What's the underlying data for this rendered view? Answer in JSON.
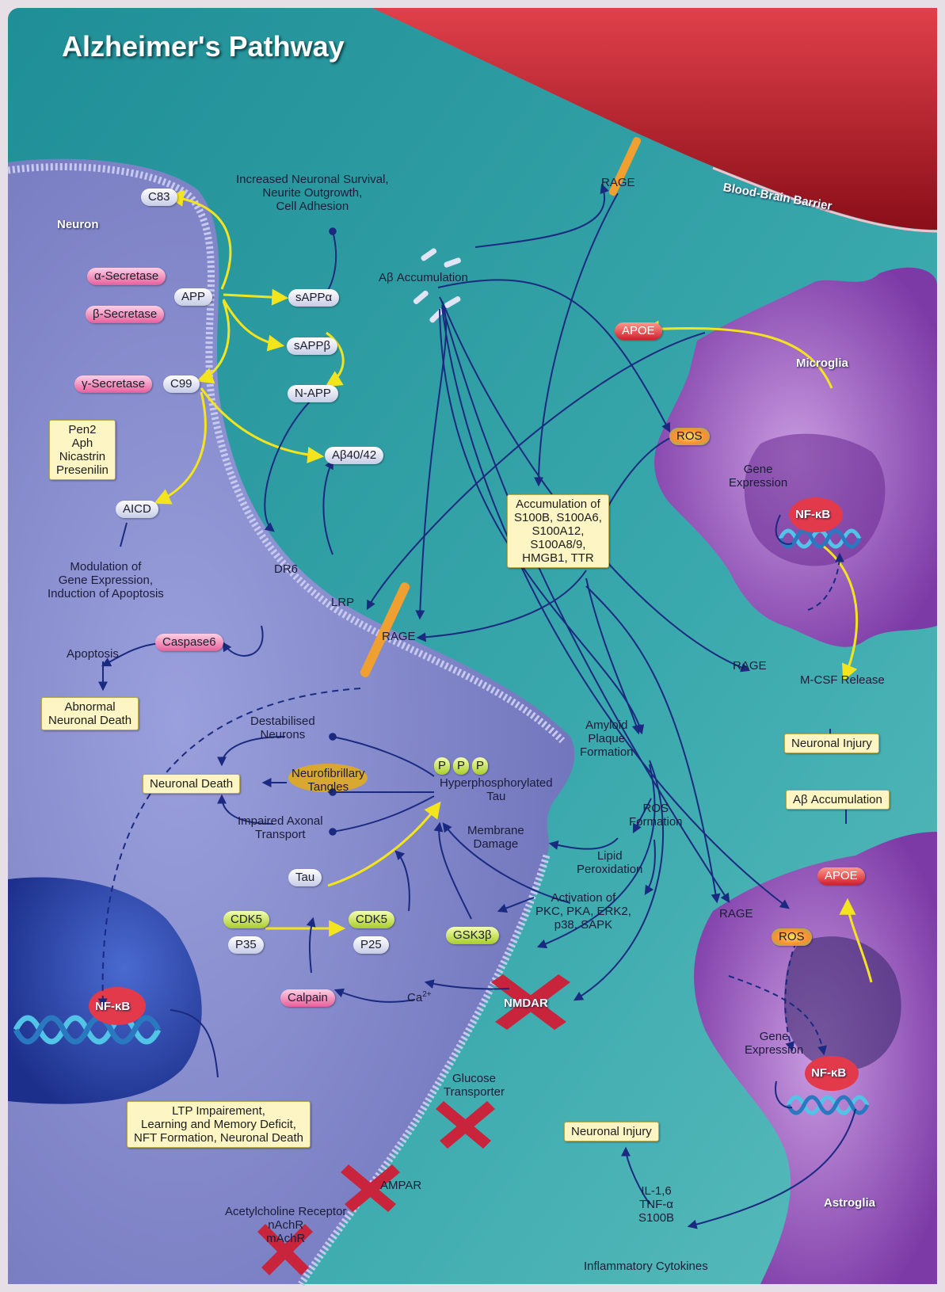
{
  "title": "Alzheimer's Pathway",
  "regions": {
    "neuron": "Neuron",
    "microglia": "Microglia",
    "astroglia": "Astroglia",
    "bbb": "Blood-Brain Barrier"
  },
  "neuron_top": {
    "c83": "C83",
    "app": "APP",
    "c99": "C99",
    "alpha_secretase": "α-Secretase",
    "beta_secretase": "β-Secretase",
    "gamma_secretase": "γ-Secretase",
    "gamma_complex": [
      "Pen2",
      "Aph",
      "Nicastrin",
      "Presenilin"
    ],
    "aicd": "AICD",
    "modulation": [
      "Modulation of",
      "Gene Expression,",
      "Induction of Apoptosis"
    ],
    "survival": [
      "Increased Neuronal Survival,",
      "Neurite Outgrowth,",
      "Cell Adhesion"
    ],
    "sapp_alpha": "sAPPα",
    "sapp_beta": "sAPPβ",
    "n_app": "N-APP",
    "ab4042": "Aβ40/42",
    "dr6": "DR6",
    "lrp": "LRP",
    "caspase6": "Caspase6",
    "apoptosis": "Apoptosis",
    "abnormal_death": [
      "Abnormal",
      "Neuronal Death"
    ]
  },
  "center": {
    "ab_accumulation": "Aβ Accumulation",
    "apoe": "APOE",
    "ros": "ROS",
    "rage_bbb": "RAGE",
    "rage_neuron": "RAGE",
    "rage_microglia": "RAGE",
    "accumulation_box": [
      "Accumulation of",
      "S100B, S100A6,",
      "S100A12,",
      "S100A8/9,",
      "HMGB1, TTR"
    ],
    "amyloid": [
      "Amyloid",
      "Plaque",
      "Formation"
    ],
    "ros_formation": [
      "ROS",
      "Formation"
    ],
    "membrane_damage": [
      "Membrane",
      "Damage"
    ],
    "lipid_perox": [
      "Lipid",
      "Peroxidation"
    ],
    "activation": [
      "Activation of",
      "PKC, PKA, ERK2,",
      "p38, SAPK"
    ]
  },
  "tau": {
    "destabilised": [
      "Destabilised",
      "Neurons"
    ],
    "neuronal_death": "Neuronal Death",
    "nft": [
      "Neurofibrillary",
      "Tangles"
    ],
    "hyper": [
      "Hyperphosphorylated",
      "Tau"
    ],
    "p": "P",
    "impaired": [
      "Impaired Axonal",
      "Transport"
    ],
    "tau": "Tau",
    "cdk5a": "CDK5",
    "p35": "P35",
    "cdk5b": "CDK5",
    "p25": "P25",
    "gsk": "GSK3β",
    "calpain": "Calpain",
    "ca": "Ca",
    "ca_sup": "2+",
    "nmdar": "NMDAR",
    "glucose": [
      "Glucose",
      "Transporter"
    ],
    "ampar": "AMPAR",
    "achr": [
      "Acetylcholine Receptor",
      "nAchR",
      "mAchR"
    ],
    "nfkb": "NF-κB",
    "ltp": [
      "LTP Impairement,",
      "Learning and Memory Deficit,",
      "NFT Formation, Neuronal Death"
    ]
  },
  "microglia": {
    "gene_expression": [
      "Gene",
      "Expression"
    ],
    "nfkb": "NF-κB",
    "mcsf": "M-CSF Release",
    "neuronal_injury": "Neuronal Injury"
  },
  "astroglia": {
    "ab_accumulation": "Aβ Accumulation",
    "apoe": "APOE",
    "rage": "RAGE",
    "ros": "ROS",
    "gene_expression": [
      "Gene",
      "Expression"
    ],
    "nfkb": "NF-κB",
    "neuronal_injury": "Neuronal Injury",
    "cytokines": [
      "IL-1,6",
      "TNF-α",
      "S100B"
    ],
    "inflammatory": "Inflammatory Cytokines"
  },
  "colors": {
    "background": "#2c9aa2",
    "neuron": "#7d82c8",
    "vessel": "#b21422",
    "glia": "#9a52c0",
    "yellow_arrow": "#f4e41e",
    "blue_arrow": "#1a2a80"
  }
}
